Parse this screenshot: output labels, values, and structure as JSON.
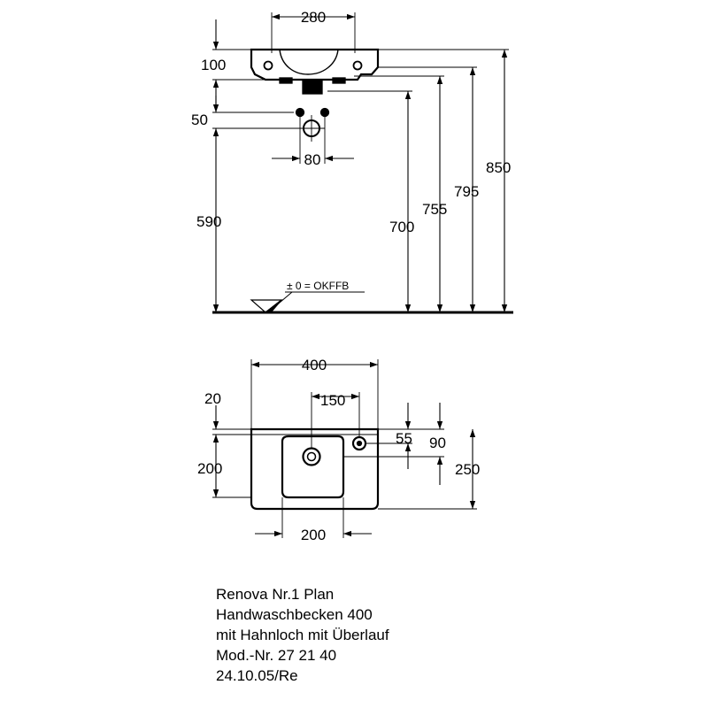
{
  "elevation_view": {
    "dims": {
      "width_280": "280",
      "height_100": "100",
      "height_50": "50",
      "width_80": "80",
      "height_590": "590",
      "height_700": "700",
      "height_755": "755",
      "height_795": "795",
      "height_850": "850"
    },
    "floor_label": "± 0 = OKFFB"
  },
  "plan_view": {
    "dims": {
      "width_400": "400",
      "width_20": "20",
      "width_150": "150",
      "depth_55": "55",
      "depth_90": "90",
      "depth_200": "200",
      "depth_250": "250",
      "width_200": "200"
    }
  },
  "caption": {
    "line1": "Renova Nr.1 Plan",
    "line2": "Handwaschbecken 400",
    "line3": "mit Hahnloch mit Überlauf",
    "line4": "Mod.-Nr. 27 21 40",
    "line5": "24.10.05/Re"
  }
}
